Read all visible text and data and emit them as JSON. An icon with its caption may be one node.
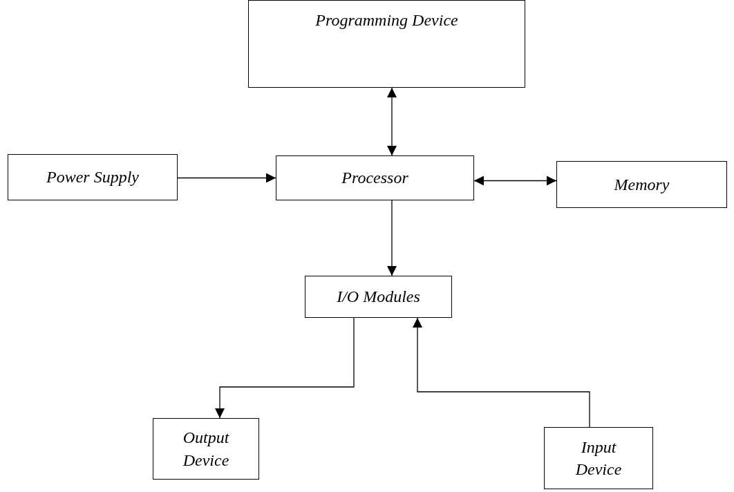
{
  "diagram": {
    "nodes": [
      {
        "text": [
          "Programming Device"
        ]
      },
      {
        "text": [
          "Power Supply"
        ]
      },
      {
        "text": [
          "Processor"
        ]
      },
      {
        "text": [
          "Memory"
        ]
      },
      {
        "text": [
          "I/O Modules"
        ]
      },
      {
        "text": [
          "Output Device"
        ]
      },
      {
        "text": [
          "Input Device"
        ]
      }
    ],
    "edges": [
      {
        "from": 0,
        "to": 2,
        "arrow": "both"
      },
      {
        "from": 1,
        "to": 2,
        "arrow": "to"
      },
      {
        "from": 2,
        "to": 3,
        "arrow": "both"
      },
      {
        "from": 2,
        "to": 4,
        "arrow": "to"
      },
      {
        "from": 4,
        "to": 5,
        "arrow": "to"
      },
      {
        "from": 6,
        "to": 4,
        "arrow": "to"
      }
    ]
  }
}
